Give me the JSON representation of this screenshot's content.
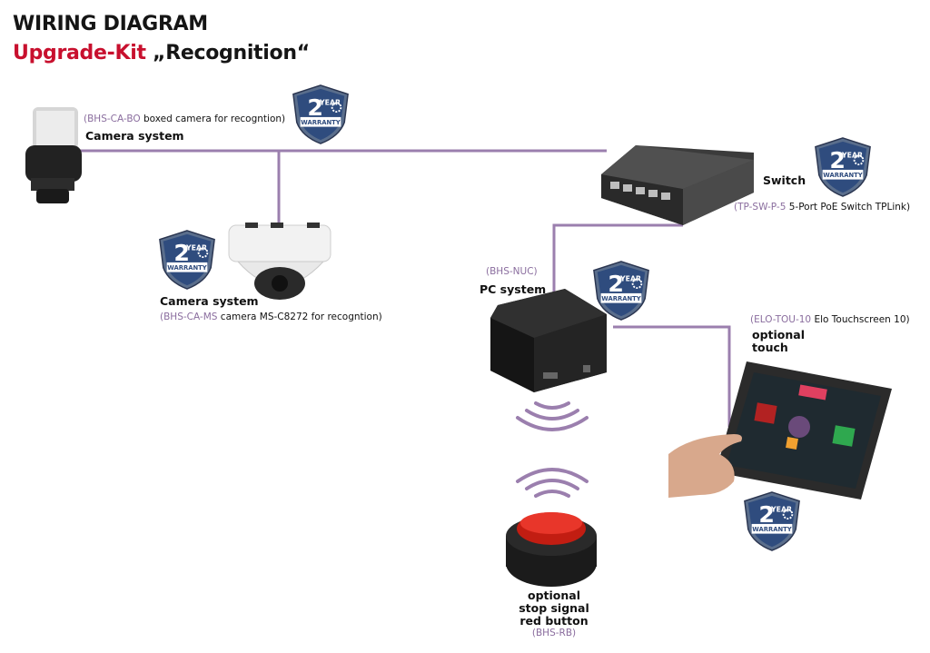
{
  "header": {
    "title": "WIRING DIAGRAM",
    "subtitle_red": "Upgrade-Kit",
    "subtitle_black": "„Recognition“"
  },
  "badge": {
    "number": "2",
    "year": "YEAR",
    "warranty": "WARRANTY"
  },
  "devices": {
    "boxed_camera": {
      "code": "(BHS-CA-BO",
      "desc": "boxed camera for recogntion)",
      "name": "Camera system"
    },
    "dome_camera": {
      "name": "Camera system",
      "code": "(BHS-CA-MS",
      "desc": "camera MS-C8272 for recogntion)"
    },
    "switch": {
      "name": "Switch",
      "code": "(TP-SW-P-5",
      "desc": "5-Port PoE Switch TPLink)"
    },
    "pc": {
      "code": "(BHS-NUC)",
      "name": "PC system"
    },
    "touch": {
      "code": "(ELO-TOU-10",
      "desc": "Elo Touchscreen 10)",
      "name_line1": "optional",
      "name_line2": "touch"
    },
    "button": {
      "line1": "optional",
      "line2": "stop signal",
      "line3": "red button",
      "code": "(BHS-RB)"
    }
  },
  "colors": {
    "wire": "#9b7fae",
    "accent_red": "#c8102e",
    "badge_blue": "#2f4c7e"
  }
}
